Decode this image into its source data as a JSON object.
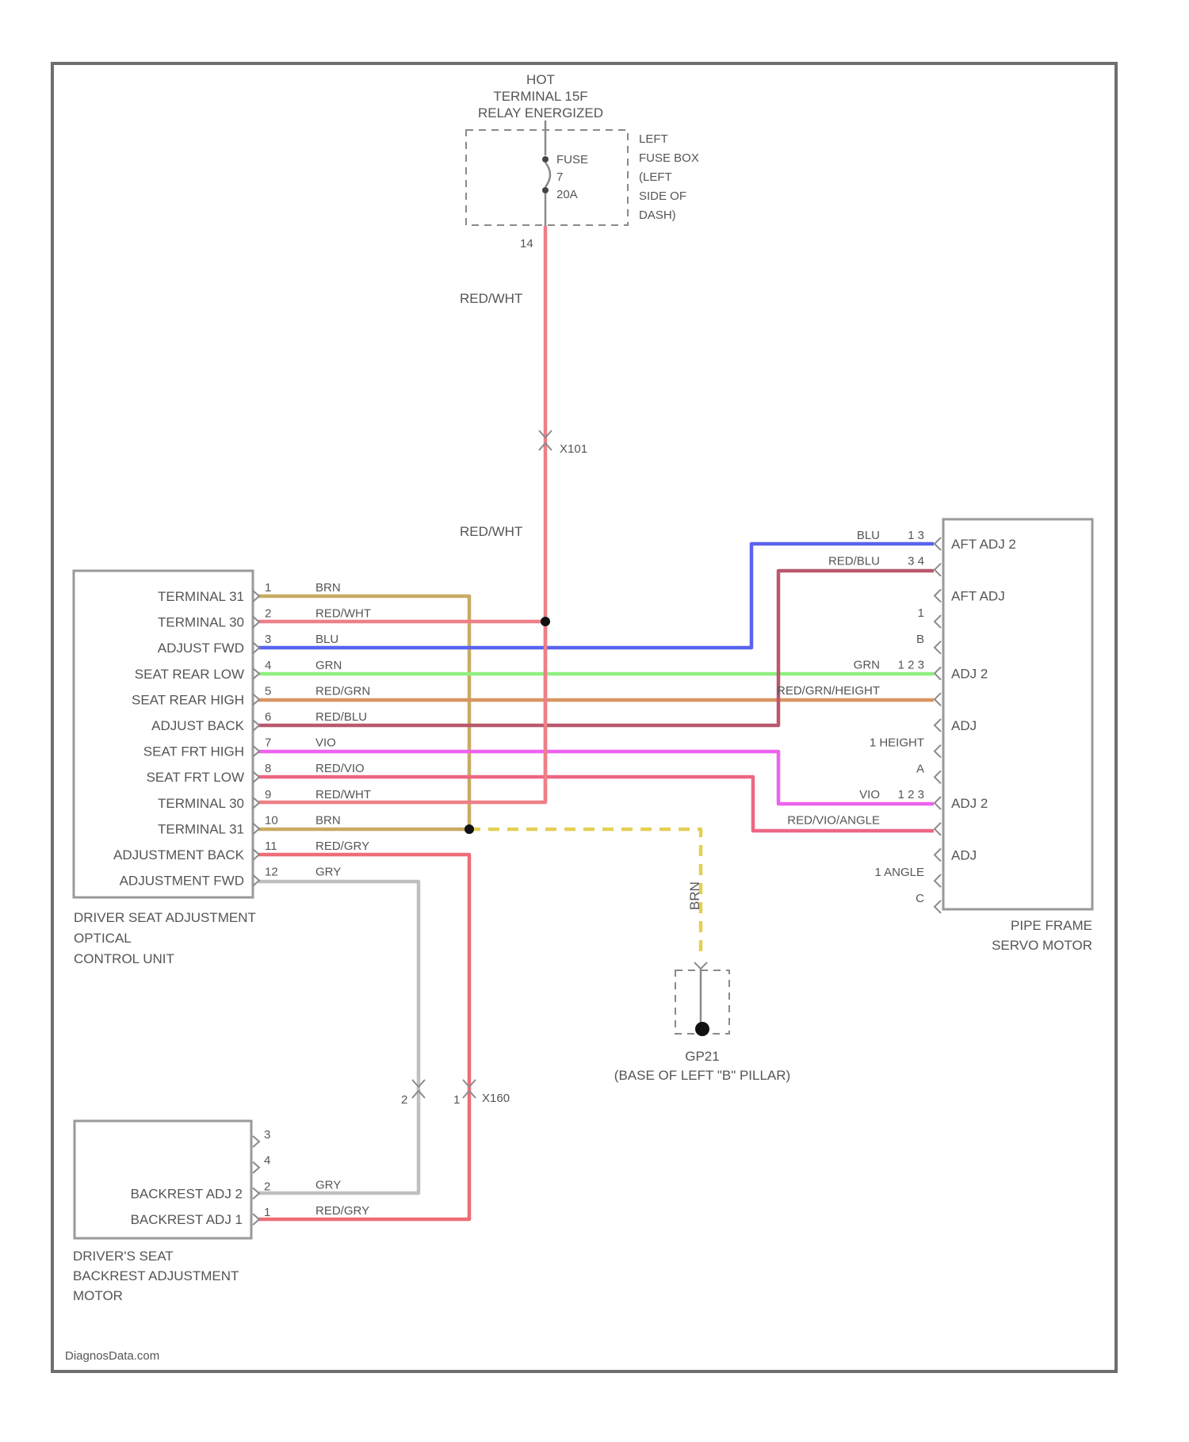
{
  "colors": {
    "BRN": "#c8ab63",
    "RED/WHT": "#ee7f88",
    "BLU": "#5a63ee",
    "GRN": "#8ef07e",
    "RED/GRN": "#d99560",
    "RED/BLU": "#b9586e",
    "VIO": "#ee62ee",
    "RED/VIO": "#ee6684",
    "RED/GRY": "#ee6d76",
    "GRY": "#bfbfbf",
    "BRN_DASHED": "#e4cf55"
  },
  "power": {
    "header": [
      "HOT",
      "TERMINAL 15F",
      "RELAY ENERGIZED"
    ],
    "fuse": {
      "label": "FUSE",
      "number": "7",
      "rating": "20A"
    },
    "fuse_box": [
      "LEFT",
      "FUSE BOX",
      "(LEFT",
      "SIDE OF",
      "DASH)"
    ],
    "pin_out": "14",
    "wire_upper": "RED/WHT",
    "connector": "X101",
    "wire_lower": "RED/WHT"
  },
  "control_unit": {
    "name": [
      "DRIVER SEAT ADJUSTMENT",
      "OPTICAL",
      "CONTROL UNIT"
    ],
    "pins": [
      {
        "label": "TERMINAL 31",
        "pin": "1",
        "wire": "BRN"
      },
      {
        "label": "TERMINAL 30",
        "pin": "2",
        "wire": "RED/WHT"
      },
      {
        "label": "ADJUST FWD",
        "pin": "3",
        "wire": "BLU"
      },
      {
        "label": "SEAT REAR LOW",
        "pin": "4",
        "wire": "GRN"
      },
      {
        "label": "SEAT REAR HIGH",
        "pin": "5",
        "wire": "RED/GRN"
      },
      {
        "label": "ADJUST BACK",
        "pin": "6",
        "wire": "RED/BLU"
      },
      {
        "label": "SEAT FRT HIGH",
        "pin": "7",
        "wire": "VIO"
      },
      {
        "label": "SEAT FRT LOW",
        "pin": "8",
        "wire": "RED/VIO"
      },
      {
        "label": "TERMINAL 30",
        "pin": "9",
        "wire": "RED/WHT"
      },
      {
        "label": "TERMINAL 31",
        "pin": "10",
        "wire": "BRN"
      },
      {
        "label": "ADJUSTMENT BACK",
        "pin": "11",
        "wire": "RED/GRY"
      },
      {
        "label": "ADJUSTMENT FWD",
        "pin": "12",
        "wire": "GRY"
      }
    ]
  },
  "servo_motor": {
    "name": [
      "PIPE FRAME",
      "SERVO MOTOR"
    ],
    "rows": [
      {
        "wire": "BLU",
        "pins": "1 3",
        "label": "AFT ADJ 2"
      },
      {
        "wire": "RED/BLU",
        "pins": "3 4",
        "label": ""
      },
      {
        "wire": "",
        "pins": "",
        "label": "AFT ADJ"
      },
      {
        "wire": "",
        "pins": "1",
        "label": ""
      },
      {
        "wire": "",
        "pins": "B",
        "label": ""
      },
      {
        "wire": "GRN",
        "pins": "1 2 3",
        "label": "ADJ 2"
      },
      {
        "wire": "RED/GRN/HEIGHT",
        "pins": "",
        "label": ""
      },
      {
        "wire": "",
        "pins": "",
        "label": "ADJ"
      },
      {
        "wire": "",
        "pins": "1 HEIGHT",
        "label": ""
      },
      {
        "wire": "",
        "pins": "A",
        "label": ""
      },
      {
        "wire": "VIO",
        "pins": "1 2 3",
        "label": "ADJ 2"
      },
      {
        "wire": "RED/VIO/ANGLE",
        "pins": "",
        "label": ""
      },
      {
        "wire": "",
        "pins": "",
        "label": "ADJ"
      },
      {
        "wire": "",
        "pins": "1 ANGLE",
        "label": ""
      },
      {
        "wire": "",
        "pins": "C",
        "label": ""
      }
    ]
  },
  "ground": {
    "wire": "BRN",
    "name": "GP21",
    "location": "(BASE OF LEFT \"B\" PILLAR)"
  },
  "connector_lower": {
    "left_pin": "2",
    "right_pin": "1",
    "name": "X160"
  },
  "backrest_motor": {
    "name": [
      "DRIVER'S SEAT",
      "BACKREST ADJUSTMENT",
      "MOTOR"
    ],
    "pins": [
      {
        "pin": "3",
        "label": "",
        "wire": ""
      },
      {
        "pin": "4",
        "label": "",
        "wire": ""
      },
      {
        "pin": "2",
        "label": "BACKREST ADJ 2",
        "wire": "GRY"
      },
      {
        "pin": "1",
        "label": "BACKREST ADJ 1",
        "wire": "RED/GRY"
      }
    ]
  },
  "footer": {
    "credit": "DiagnosData.com"
  }
}
